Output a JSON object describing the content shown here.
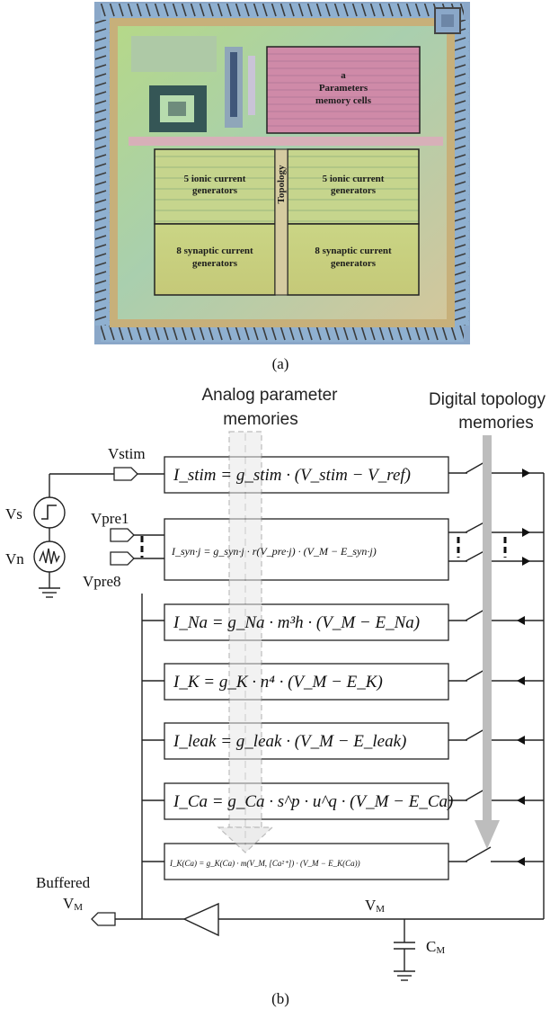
{
  "panel_a": {
    "caption": "(a)",
    "blocks": {
      "param_memory_line1": "a",
      "param_memory_line2": "Parameters",
      "param_memory_line3": "memory cells",
      "ionic_left_line1": "5 ionic current",
      "ionic_left_line2": "generators",
      "ionic_right_line1": "5 ionic current",
      "ionic_right_line2": "generators",
      "synaptic_left_line1": "8 synaptic current",
      "synaptic_left_line2": "generators",
      "synaptic_right_line1": "8 synaptic current",
      "synaptic_right_line2": "generators",
      "topology": "Topology"
    }
  },
  "panel_b": {
    "caption": "(b)",
    "analog_header_line1": "Analog parameter",
    "analog_header_line2": "memories",
    "digital_header_line1": "Digital topology",
    "digital_header_line2": "memories",
    "inputs": {
      "vstim": "Vstim",
      "vs": "Vs",
      "vn": "Vn",
      "vpre1": "Vpre1",
      "vpre8": "Vpre8"
    },
    "output": {
      "buffered_line1": "Buffered",
      "buffered_v": "V",
      "buffered_sub": "M",
      "vm": "V",
      "vm_sub": "M",
      "cm": "C",
      "cm_sub": "M"
    },
    "equations": {
      "stim": "I_stim = g_stim · (V_stim − V_ref)",
      "syn": "I_syn·j = g_syn·j · r(V_pre·j) · (V_M − E_syn·j)",
      "na": "I_Na = g_Na · m³h · (V_M − E_Na)",
      "k": "I_K = g_K · n⁴ · (V_M − E_K)",
      "leak": "I_leak = g_leak · (V_M − E_leak)",
      "ca": "I_Ca = g_Ca · s^p · u^q · (V_M − E_Ca)",
      "kca": "I_K(Ca) = g_K(Ca) · m(V_M, [Ca²⁺]) · (V_M − E_K(Ca))"
    }
  }
}
